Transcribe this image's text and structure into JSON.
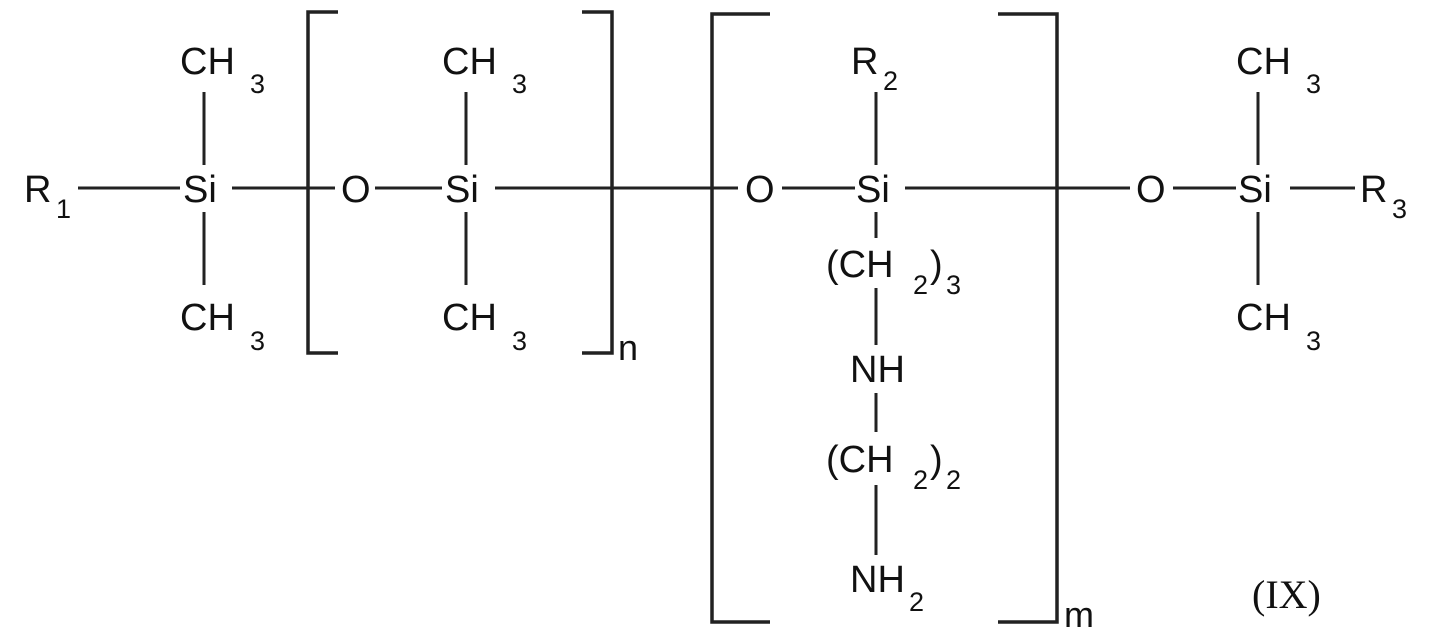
{
  "atoms": {
    "r1": "R",
    "r1_sub": "1",
    "si_label": "Si",
    "ch3_main": "CH",
    "ch3_sub": "3",
    "o_label": "O",
    "r2": "R",
    "r2_sub": "2",
    "r3": "R",
    "r3_sub": "3",
    "ch2_open": "(CH",
    "ch2_sub": "2",
    "ch2_close": ")",
    "chain1_index": "3",
    "chain2_index": "2",
    "nh": "NH",
    "nh2_main": "NH",
    "nh2_sub": "2"
  },
  "indices": {
    "n": "n",
    "m": "m"
  },
  "formula_label": "(IX)"
}
